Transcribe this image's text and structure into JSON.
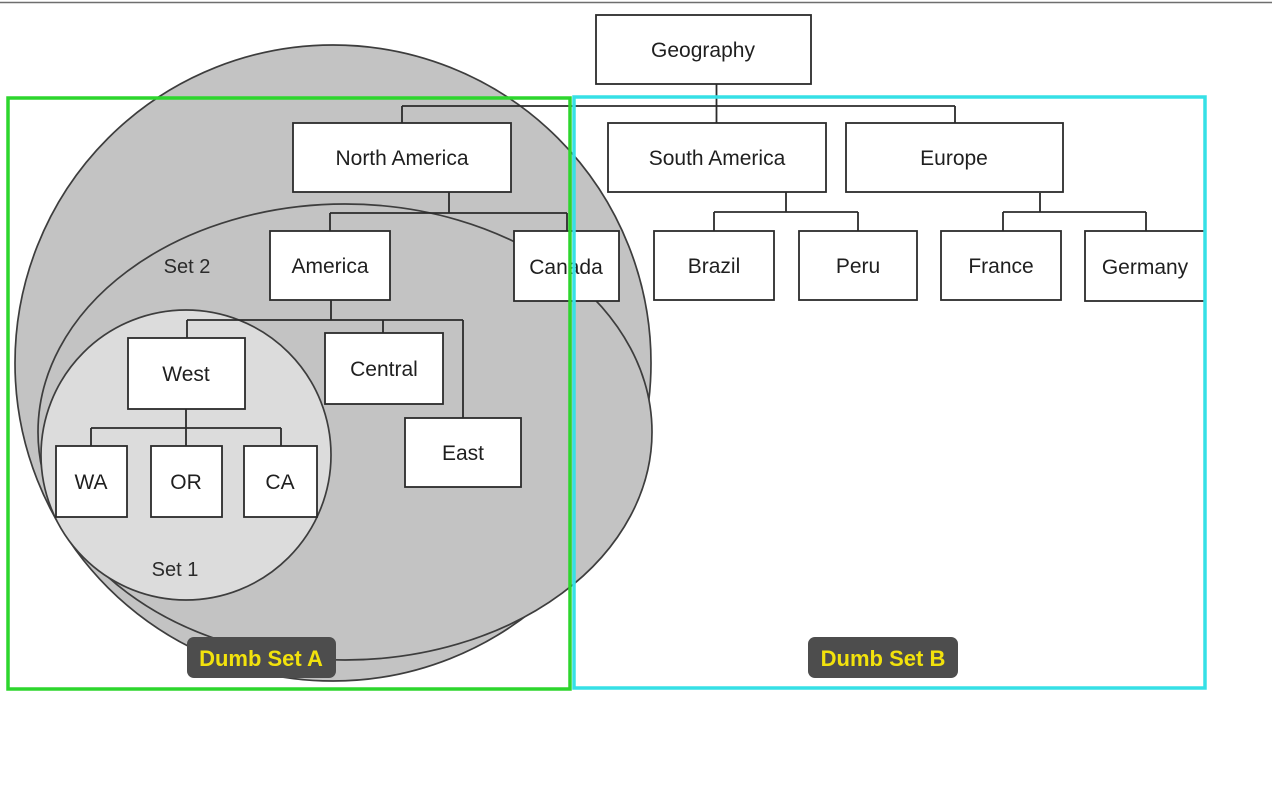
{
  "diagram": {
    "tree_nodes": {
      "geography": "Geography",
      "north_america": "North America",
      "south_america": "South America",
      "europe": "Europe",
      "america": "America",
      "canada": "Canada",
      "brazil": "Brazil",
      "peru": "Peru",
      "france": "France",
      "germany": "Germany",
      "west": "West",
      "central": "Central",
      "east": "East",
      "wa": "WA",
      "or": "OR",
      "ca": "CA"
    },
    "set_labels": {
      "set2": "Set 2",
      "set1": "Set 1"
    },
    "badges": {
      "set_a": "Dumb Set A",
      "set_b": "Dumb Set B"
    },
    "colors": {
      "set_circle_fill": "#c3c3c3",
      "set1_circle_fill": "#dcdcdc",
      "circle_stroke": "#3d3d3d",
      "node_fill": "#ffffff",
      "node_stroke": "#2b2b2b",
      "green_region_border": "#2dd62d",
      "cyan_region_border": "#36e0e6",
      "badge_background": "#4d4d4d",
      "badge_text": "#f2e20c"
    }
  }
}
